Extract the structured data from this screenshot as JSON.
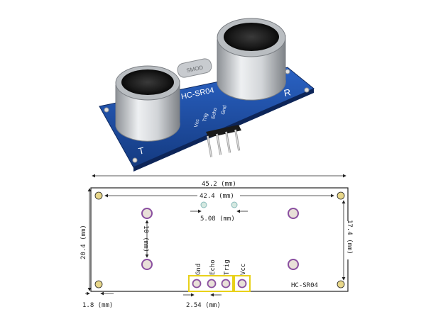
{
  "photo": {
    "model_label": "HC-SR04",
    "crystal_label": "SMOD",
    "transmitter_mark": "T",
    "receiver_mark": "R",
    "pin_labels": [
      "Vcc",
      "Trig",
      "Echo",
      "Gnd"
    ]
  },
  "drawing": {
    "board_label": "HC-SR04",
    "pin_labels": [
      "Gnd",
      "Echo",
      "Trig",
      "Vcc"
    ],
    "dimensions": {
      "overall_width": "45.2 (mm)",
      "transducer_spacing": "42.4 (mm)",
      "crystal_spacing": "5.08 (mm)",
      "overall_height": "20.4 (mm)",
      "hole_height": "17.4 (mm)",
      "transducer_vertical": "10 (mm)",
      "edge_offset": "1.8 (mm)",
      "pin_pitch": "2.54 (mm)"
    }
  },
  "colors": {
    "pcb_blue": "#1c4fa8",
    "silver": "#c8ccd0",
    "pad_fill": "#e8e0d8",
    "pad_ring": "#8a4fa0",
    "header_box": "#e8d11a",
    "corner_pad": "#e8d78a"
  }
}
